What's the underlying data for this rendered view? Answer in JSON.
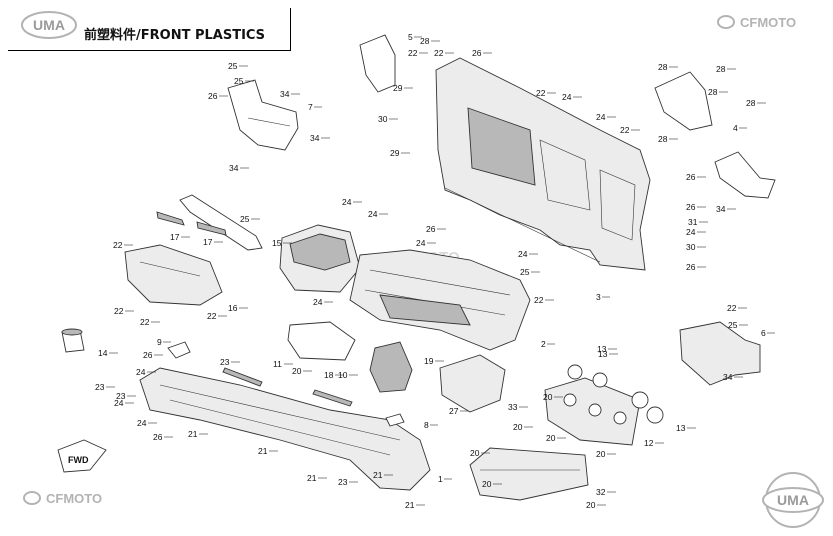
{
  "header": {
    "brand_left": "UMA",
    "title": "前塑料件/FRONT PLASTICS",
    "brand_right": "CFMOTO"
  },
  "footer": {
    "brand_left": "CFMOTO",
    "brand_right": "UMA",
    "direction_tag": "FWD"
  },
  "watermark": "CFMOTO",
  "colors": {
    "line": "#333333",
    "fill": "#e9e9e9",
    "fill_dark": "#a9a9a9",
    "brand_gray": "#b3b3b3"
  },
  "callouts": [
    "1",
    "2",
    "3",
    "4",
    "5",
    "6",
    "7",
    "8",
    "9",
    "10",
    "11",
    "12",
    "13",
    "13",
    "13",
    "14",
    "15",
    "16",
    "17",
    "17",
    "18",
    "19",
    "20",
    "20",
    "20",
    "20",
    "20",
    "20",
    "20",
    "20",
    "21",
    "21",
    "21",
    "21",
    "21",
    "22",
    "22",
    "22",
    "22",
    "22",
    "22",
    "22",
    "22",
    "22",
    "22",
    "23",
    "23",
    "23",
    "23",
    "24",
    "24",
    "24",
    "24",
    "24",
    "24",
    "24",
    "24",
    "24",
    "24",
    "24",
    "25",
    "25",
    "25",
    "25",
    "25",
    "26",
    "26",
    "26",
    "26",
    "26",
    "26",
    "26",
    "26",
    "27",
    "28",
    "28",
    "28",
    "28",
    "28",
    "28",
    "29",
    "29",
    "30",
    "30",
    "31",
    "32",
    "33",
    "34",
    "34",
    "34",
    "34",
    "34"
  ]
}
